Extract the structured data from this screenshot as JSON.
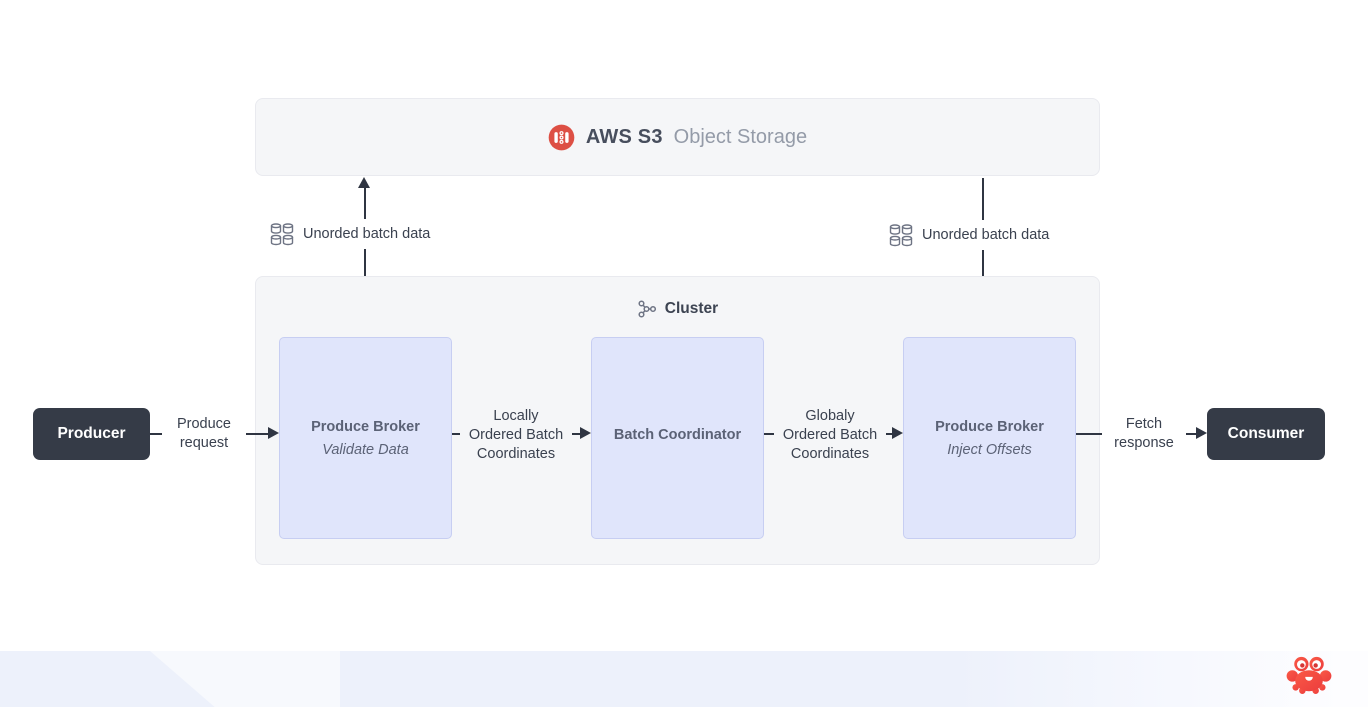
{
  "storage": {
    "title": "AWS S3",
    "subtitle": "Object Storage"
  },
  "cluster": {
    "title": "Cluster",
    "nodes": [
      {
        "title": "Produce Broker",
        "subtitle": "Validate Data"
      },
      {
        "title": "Batch Coordinator",
        "subtitle": ""
      },
      {
        "title": "Produce Broker",
        "subtitle": "Inject Offsets"
      }
    ]
  },
  "endpoints": {
    "producer": "Producer",
    "consumer": "Consumer"
  },
  "edges": {
    "produce_request": {
      "lines": [
        "Produce",
        "request"
      ]
    },
    "locally_ordered": {
      "lines": [
        "Locally",
        "Ordered Batch",
        "Coordinates"
      ]
    },
    "globally_ordered": {
      "lines": [
        "Globaly",
        "Ordered Batch",
        "Coordinates"
      ]
    },
    "fetch_response": {
      "lines": [
        "Fetch",
        "response"
      ]
    },
    "unordered_left": "Unorded batch data",
    "unordered_right": "Unorded batch data"
  },
  "icons": {
    "s3": "s3-bucket-icon",
    "cluster": "network-nodes-icon",
    "batch": "database-grid-icon",
    "crab": "crab-logo-icon"
  },
  "colors": {
    "accent_red": "#dd4f44",
    "node_fill": "#e0e5fb",
    "node_border": "#c7cef2",
    "panel_fill": "#f5f6f8",
    "panel_border": "#e9eaef",
    "endpoint_fill": "#353b47",
    "arrow": "#2f3542",
    "footer_fill": "#edf1fb"
  }
}
